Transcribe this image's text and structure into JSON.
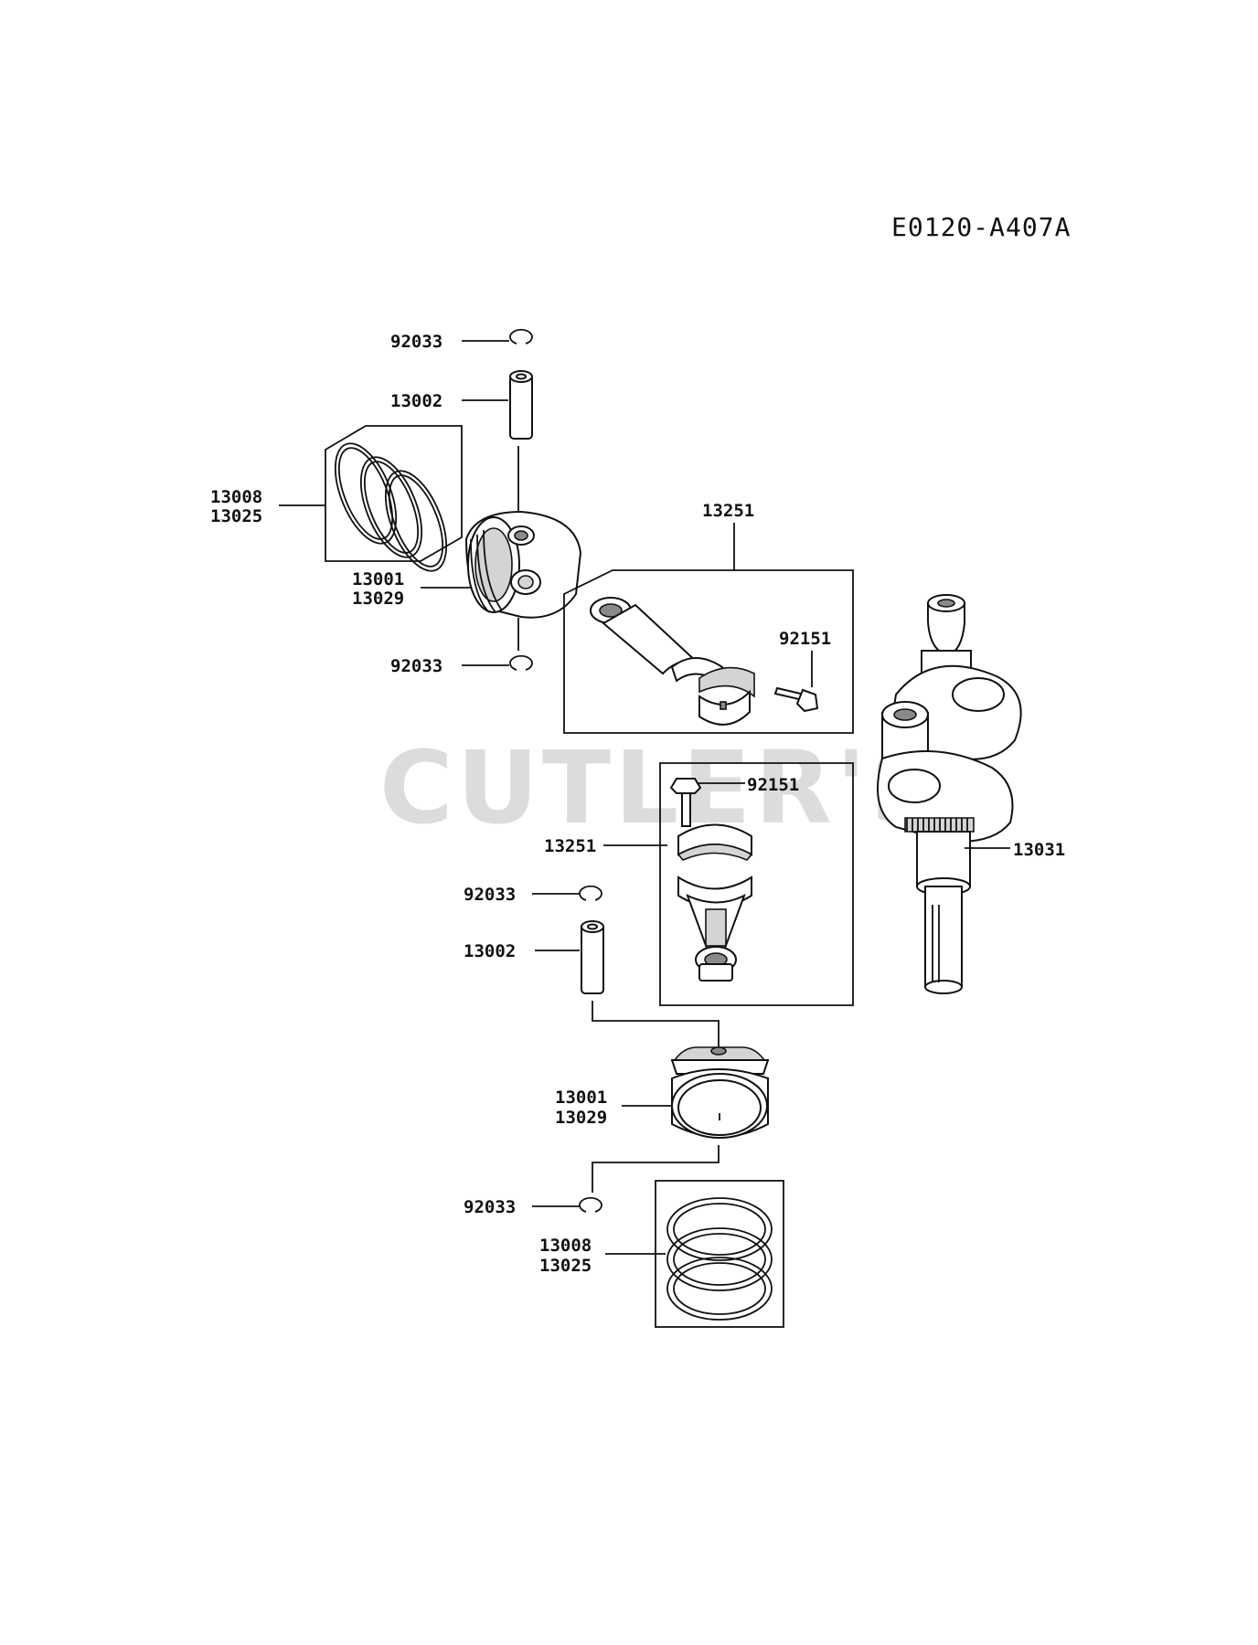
{
  "diagram_code": "E0120-A407A",
  "watermark": "CUTLER'S",
  "callouts": {
    "clip_top_1": "92033",
    "pin_top": "13002",
    "rings_top_a": "13008",
    "rings_top_b": "13025",
    "piston_top_a": "13001",
    "piston_top_b": "13029",
    "clip_top_2": "92033",
    "rod_top": "13251",
    "bolt_top": "92151",
    "bolt_bottom": "92151",
    "rod_bottom": "13251",
    "crankshaft": "13031",
    "clip_bottom_1": "92033",
    "pin_bottom": "13002",
    "piston_bottom_a": "13001",
    "piston_bottom_b": "13029",
    "clip_bottom_2": "92033",
    "rings_bottom_a": "13008",
    "rings_bottom_b": "13025"
  },
  "icons": [
    "circlip-icon",
    "piston-pin-icon",
    "piston-ring-set-icon",
    "piston-icon",
    "connecting-rod-icon",
    "rod-bolt-icon",
    "crankshaft-icon"
  ]
}
